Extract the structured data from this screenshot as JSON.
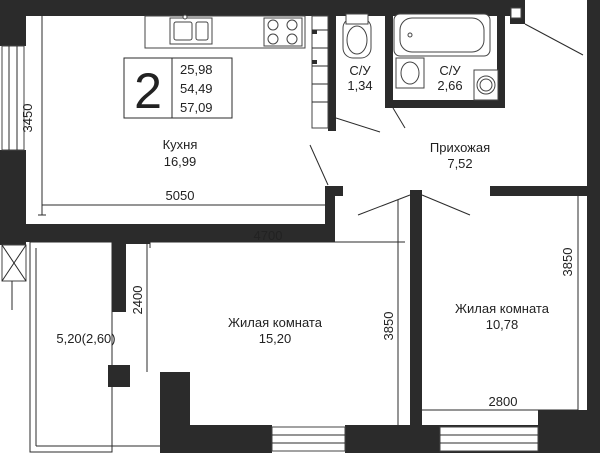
{
  "summary": {
    "rooms_count": "2",
    "areas": [
      "25,98",
      "54,49",
      "57,09"
    ]
  },
  "rooms": [
    {
      "key": "kitchen",
      "name": "Кухня",
      "area": "16,99"
    },
    {
      "key": "bath1",
      "name": "С/У",
      "area": "1,34"
    },
    {
      "key": "bath2",
      "name": "С/У",
      "area": "2,66"
    },
    {
      "key": "hall",
      "name": "Прихожая",
      "area": "7,52"
    },
    {
      "key": "living1",
      "name": "Жилая комната",
      "area": "15,20"
    },
    {
      "key": "living2",
      "name": "Жилая комната",
      "area": "10,78"
    },
    {
      "key": "balcony",
      "name": "",
      "area": "5,20(2,60)"
    }
  ],
  "dimensions": {
    "kitchen_height": "3450",
    "kitchen_width": "5050",
    "room1_width": "4700",
    "room1_wall": "2400",
    "room1_height": "3850",
    "room2_height": "3850",
    "room2_width": "2800"
  },
  "colors": {
    "wall": "#2b2b2b",
    "line": "#444444"
  }
}
